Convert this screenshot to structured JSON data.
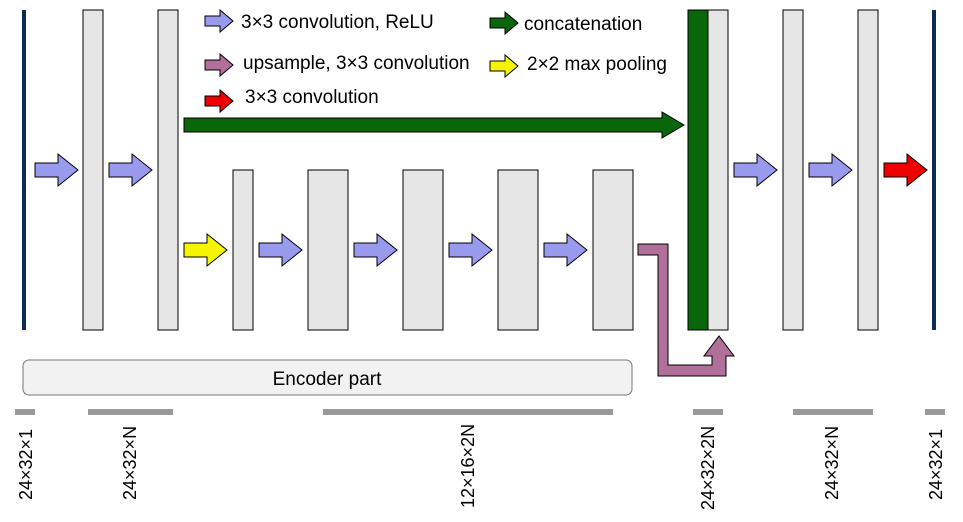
{
  "legend": {
    "conv_relu": "3×3 convolution, ReLU",
    "concatenation": "concatenation",
    "upsample": "upsample, 3×3 convolution",
    "max_pooling": "2×2 max pooling",
    "conv": "3×3 convolution"
  },
  "encoder_label": "Encoder part",
  "dimensions": [
    "24×32×1",
    "24×32×N",
    "12×16×2N",
    "24×32×2N",
    "24×32×N",
    "24×32×1"
  ],
  "colors": {
    "conv_relu": "#9999ee",
    "concatenation": "#0a660a",
    "upsample": "#b0709a",
    "max_pooling": "#f5f500",
    "conv": "#ee0000",
    "feature_map": "#e6e6e6",
    "io_layer": "#0d2a55",
    "dim_bar": "#999999"
  }
}
